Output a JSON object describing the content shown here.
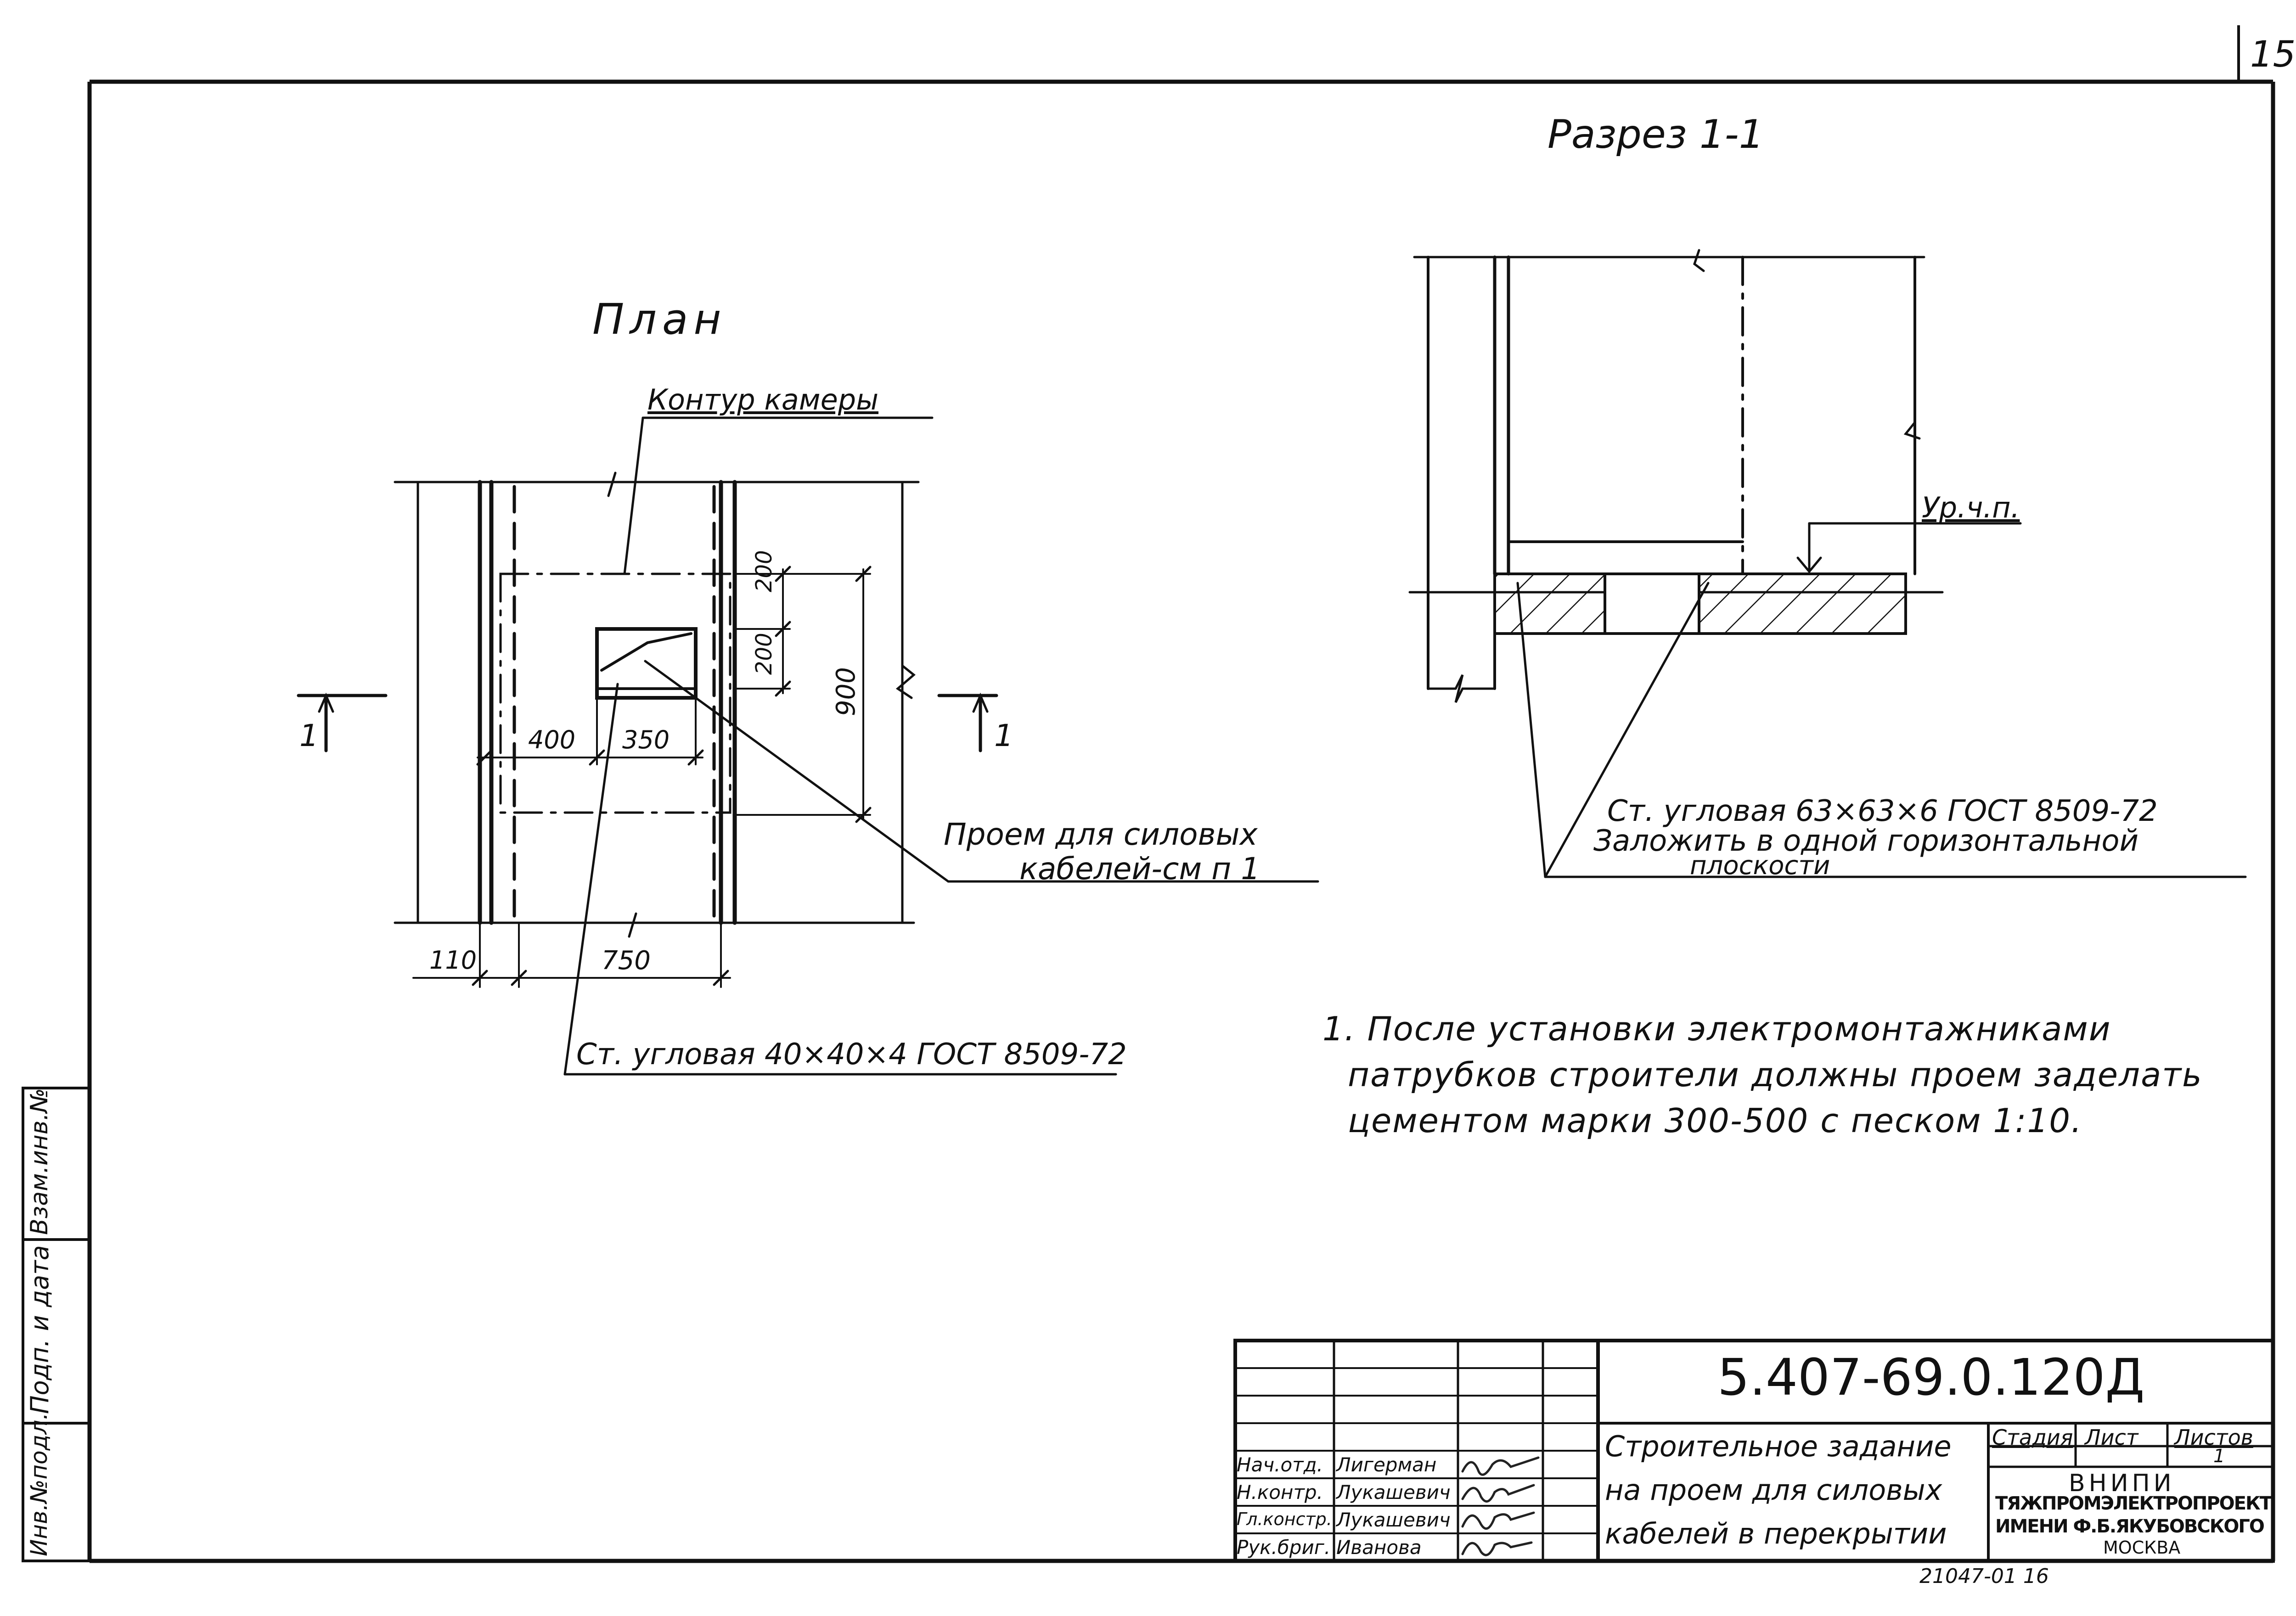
{
  "sheet": {
    "page_number": "15",
    "doc_code": "5.407-69.0.120Д",
    "order_number": "21047-01  16"
  },
  "plan": {
    "title": "План",
    "contour_label": "Контур камеры",
    "opening_label_1": "Проем для силовых",
    "opening_label_2": "кабелей-см п 1",
    "angle_label": "Ст. угловая 40×40×4 ГОСТ 8509-72",
    "dims": {
      "d400": "400",
      "d350": "350",
      "d200a": "200",
      "d200b": "200",
      "d900": "900",
      "d110": "110",
      "d750": "750"
    },
    "section_left": "1",
    "section_right": "1"
  },
  "section": {
    "title": "Разрез 1-1",
    "floor_level": "Ур.ч.п.",
    "note_1": "Ст. угловая 63×63×6 ГОСТ 8509-72",
    "note_2": "Заложить в одной горизонтальной",
    "note_3": "плоскости"
  },
  "notes": {
    "line_1": "1. После установки электромонтажниками",
    "line_2": "патрубков строители должны проем заделать",
    "line_3": "цементом марки 300-500 с песком 1:10."
  },
  "side_stamp": {
    "cell_1": "Инв.№подл.",
    "cell_2": "Подп. и дата",
    "cell_3": "Взам.инв.№"
  },
  "title_block": {
    "description_1": "Строительное задание",
    "description_2": "на проем для силовых",
    "description_3": "кабелей в перекрытии",
    "stage_header": "Стадия",
    "sheet_header": "Лист",
    "sheets_header": "Листов",
    "sheets_value": "1",
    "org_1": "ВНИПИ",
    "org_2": "ТЯЖПРОМЭЛЕКТРОПРОЕКТ",
    "org_3": "ИМЕНИ Ф.Б.ЯКУБОВСКОГО",
    "org_4": "МОСКВА",
    "staff": [
      {
        "role": "Нач.отд.",
        "name": "Лигерман"
      },
      {
        "role": "Н.контр.",
        "name": "Лукашевич"
      },
      {
        "role": "Гл.констр.",
        "name": "Лукашевич"
      },
      {
        "role": "Рук.бриг.",
        "name": "Иванова"
      }
    ]
  },
  "colors": {
    "ink": "#111111",
    "paper": "#ffffff"
  }
}
